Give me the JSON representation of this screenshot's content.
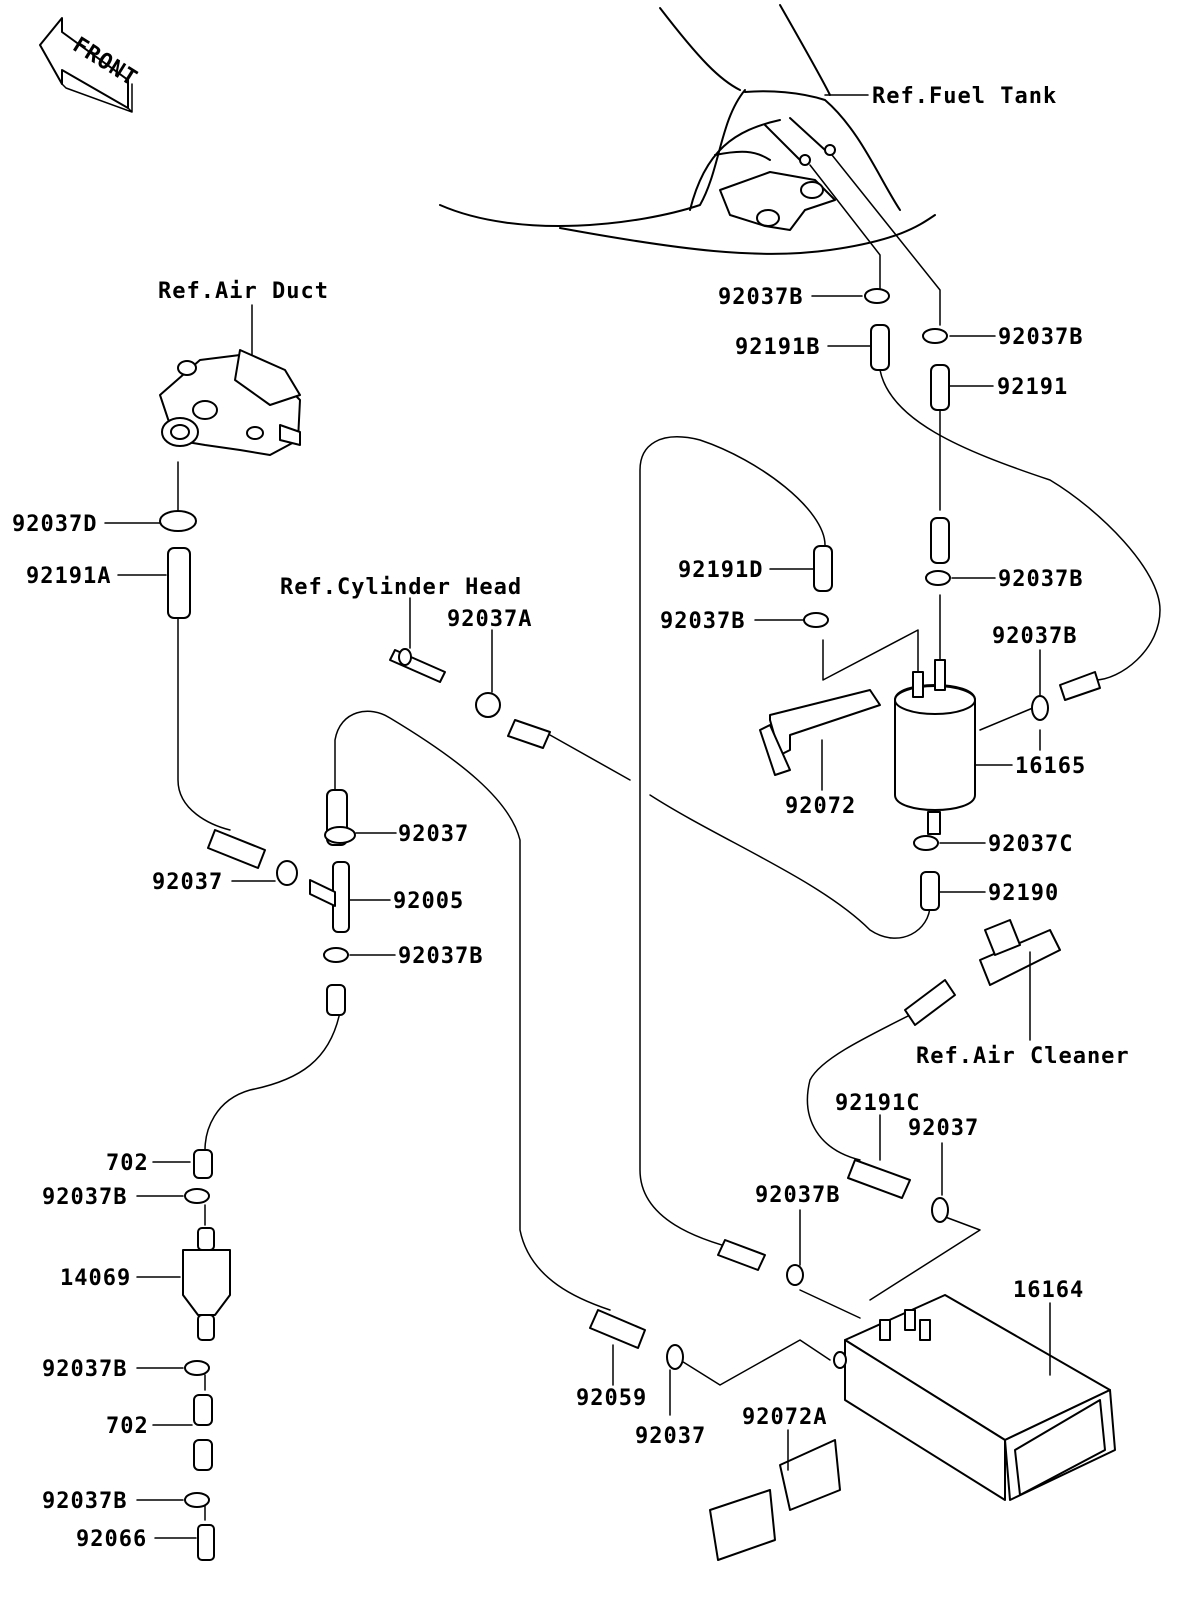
{
  "front_badge": "FRONT",
  "refs": {
    "fuel_tank": "Ref.Fuel Tank",
    "air_duct": "Ref.Air Duct",
    "cylinder_head": "Ref.Cylinder Head",
    "air_cleaner": "Ref.Air Cleaner"
  },
  "parts": {
    "p92037B_a": "92037B",
    "p92037B_b": "92037B",
    "p92191B": "92191B",
    "p92191": "92191",
    "p92037D": "92037D",
    "p92191A": "92191A",
    "p92191D": "92191D",
    "p92037B_c": "92037B",
    "p92037B_d": "92037B",
    "p92037B_e": "92037B",
    "p92037A": "92037A",
    "p16165": "16165",
    "p92072": "92072",
    "p92037_a": "92037",
    "p92037_b": "92037",
    "p92005": "92005",
    "p92037C": "92037C",
    "p92190": "92190",
    "p92037B_f": "92037B",
    "p92191C": "92191C",
    "p92037_c": "92037",
    "p702_a": "702",
    "p92037B_g": "92037B",
    "p92037B_h": "92037B",
    "p14069": "14069",
    "p16164": "16164",
    "p92037B_i": "92037B",
    "p92059": "92059",
    "p92037_d": "92037",
    "p702_b": "702",
    "p92072A": "92072A",
    "p92037B_j": "92037B",
    "p92066": "92066"
  }
}
